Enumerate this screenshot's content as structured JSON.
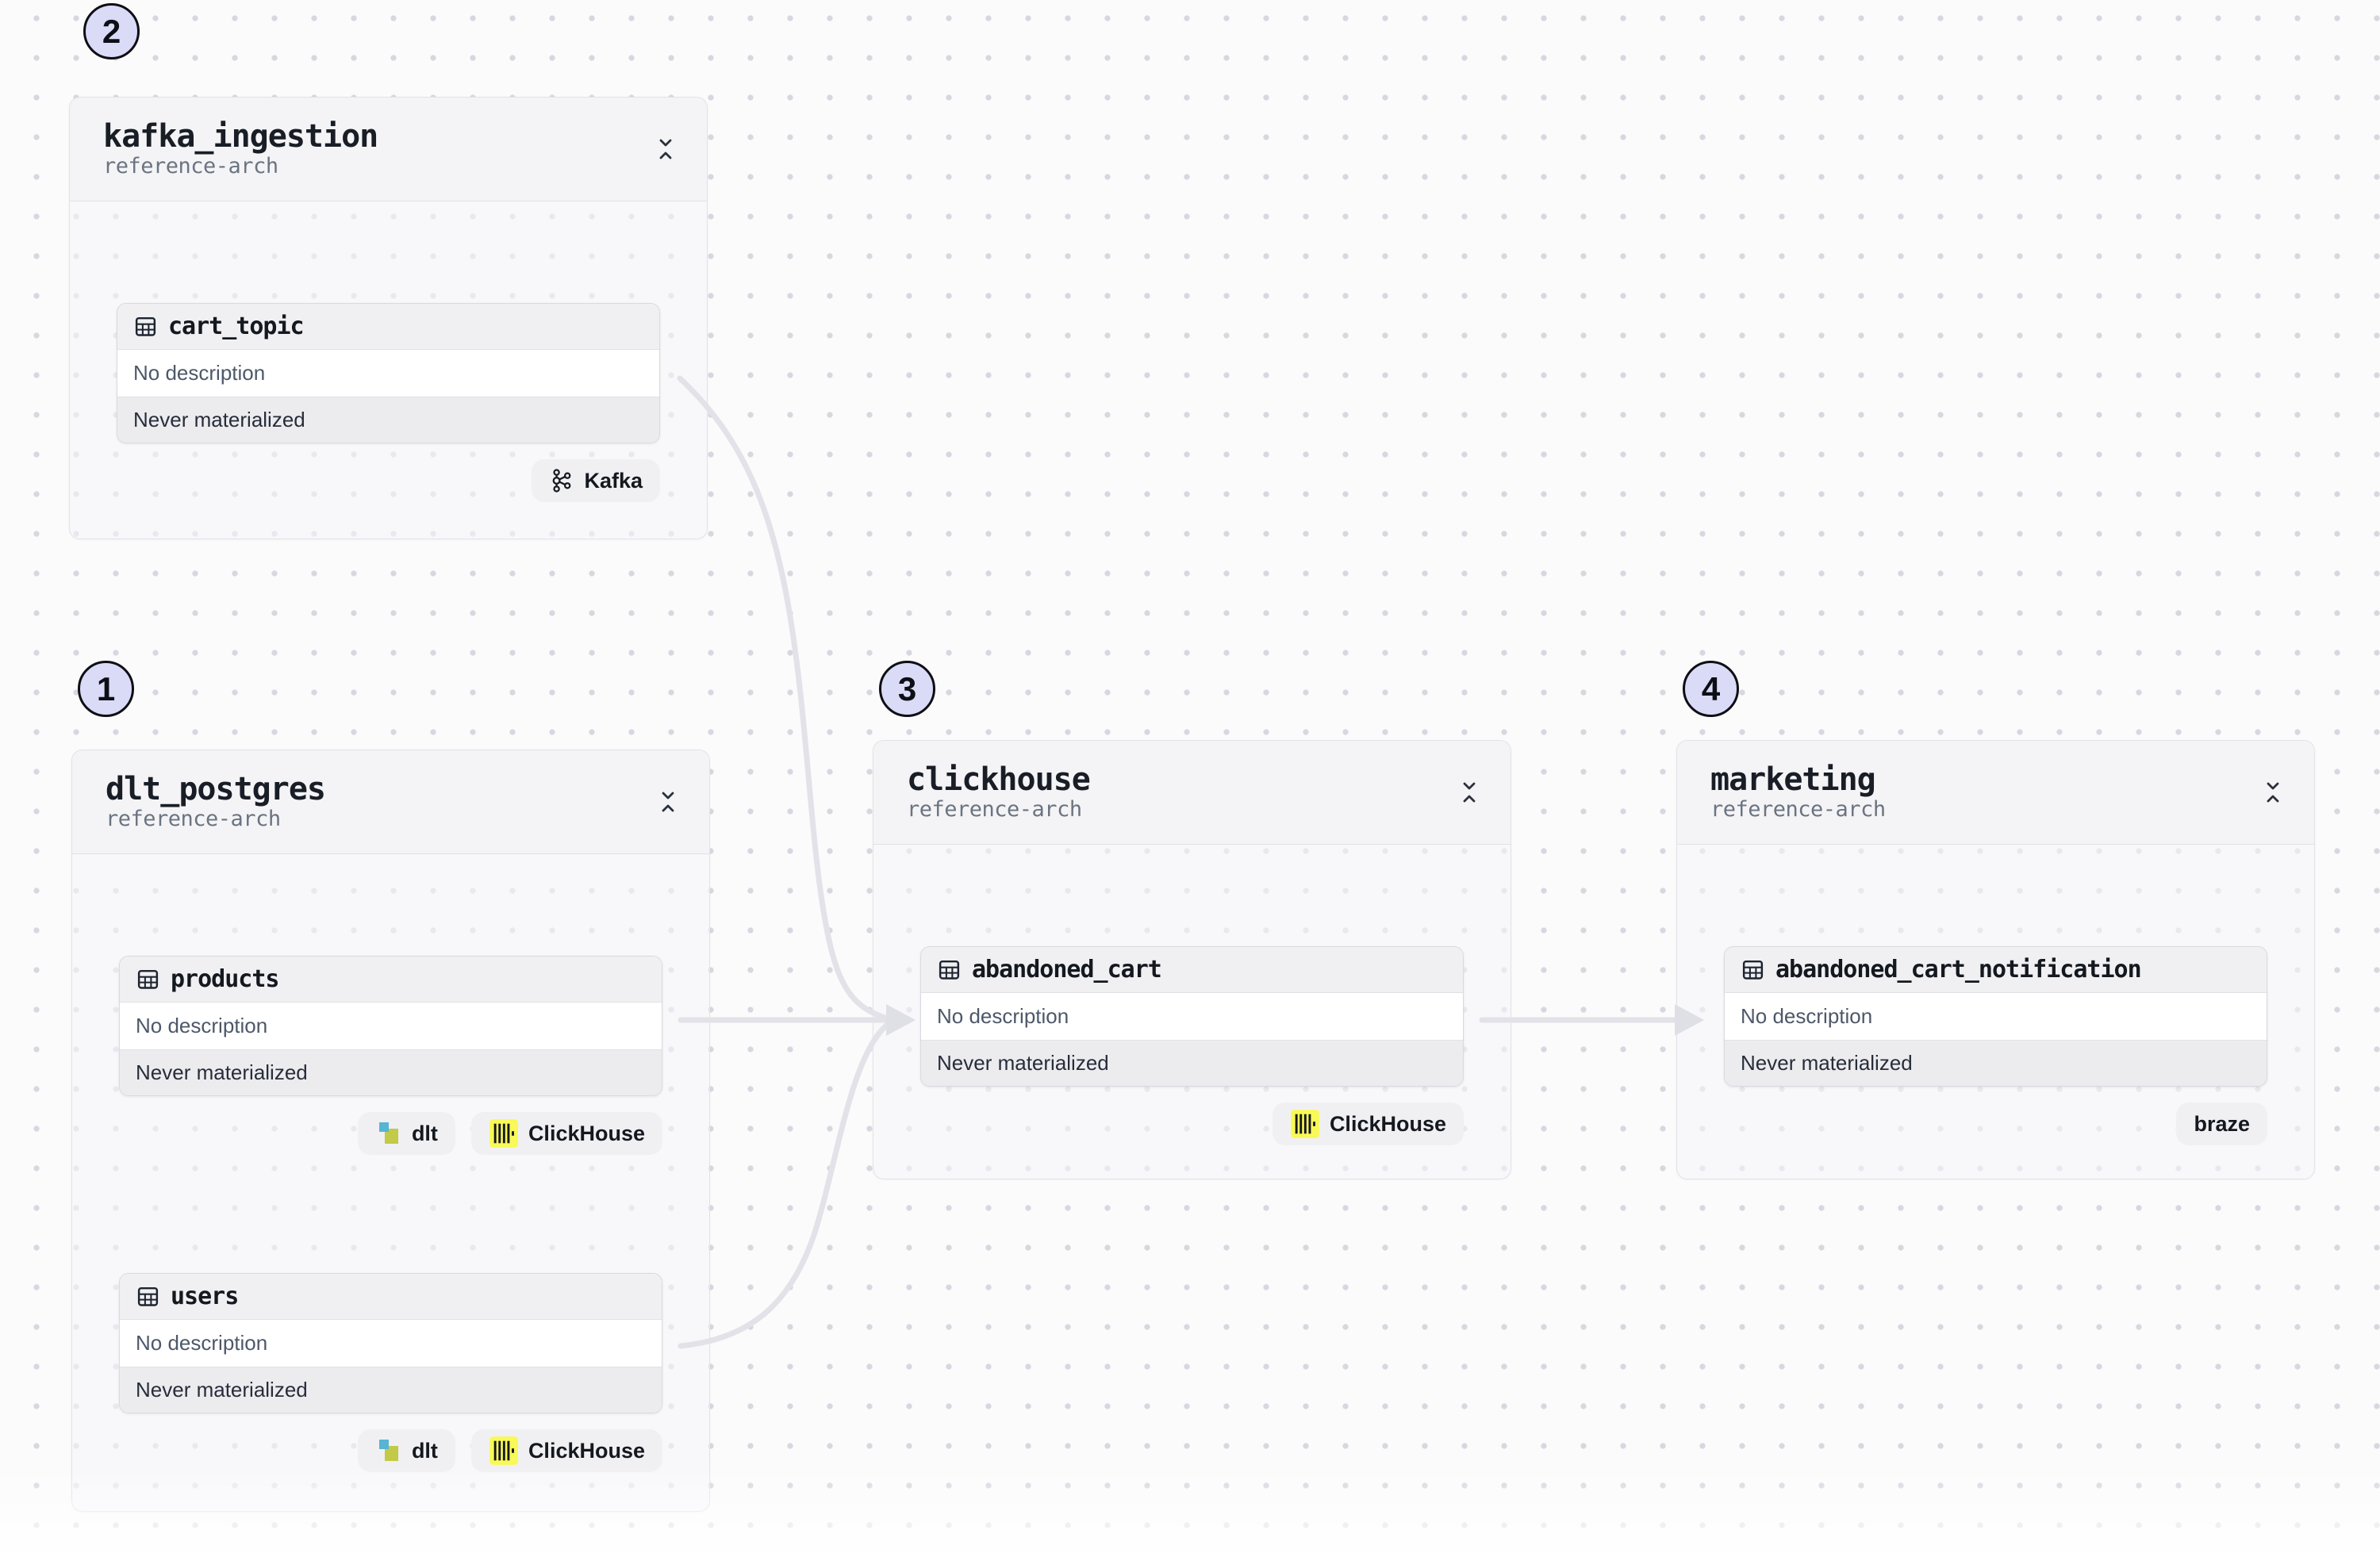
{
  "diagram": {
    "groups": [
      {
        "number": "1",
        "title": "dlt_postgres",
        "subtitle": "reference-arch",
        "collapse_icon": "collapse-vertical-icon",
        "assets": [
          {
            "name": "products",
            "description": "No description",
            "status": "Never materialized",
            "icon": "table-icon",
            "tags": [
              {
                "label": "dlt",
                "icon": "dlt-icon"
              },
              {
                "label": "ClickHouse",
                "icon": "clickhouse-icon"
              }
            ]
          },
          {
            "name": "users",
            "description": "No description",
            "status": "Never materialized",
            "icon": "table-icon",
            "tags": [
              {
                "label": "dlt",
                "icon": "dlt-icon"
              },
              {
                "label": "ClickHouse",
                "icon": "clickhouse-icon"
              }
            ]
          }
        ]
      },
      {
        "number": "2",
        "title": "kafka_ingestion",
        "subtitle": "reference-arch",
        "collapse_icon": "collapse-vertical-icon",
        "assets": [
          {
            "name": "cart_topic",
            "description": "No description",
            "status": "Never materialized",
            "icon": "table-icon",
            "tags": [
              {
                "label": "Kafka",
                "icon": "kafka-icon"
              }
            ]
          }
        ]
      },
      {
        "number": "3",
        "title": "clickhouse",
        "subtitle": "reference-arch",
        "collapse_icon": "collapse-vertical-icon",
        "assets": [
          {
            "name": "abandoned_cart",
            "description": "No description",
            "status": "Never materialized",
            "icon": "table-icon",
            "tags": [
              {
                "label": "ClickHouse",
                "icon": "clickhouse-icon"
              }
            ]
          }
        ]
      },
      {
        "number": "4",
        "title": "marketing",
        "subtitle": "reference-arch",
        "collapse_icon": "collapse-vertical-icon",
        "assets": [
          {
            "name": "abandoned_cart_notification",
            "description": "No description",
            "status": "Never materialized",
            "icon": "table-icon",
            "tags": [
              {
                "label": "braze",
                "icon": "none"
              }
            ]
          }
        ]
      }
    ],
    "edges": [
      {
        "from": "cart_topic",
        "to": "abandoned_cart"
      },
      {
        "from": "products",
        "to": "abandoned_cart"
      },
      {
        "from": "users",
        "to": "abandoned_cart"
      },
      {
        "from": "abandoned_cart",
        "to": "abandoned_cart_notification"
      }
    ],
    "colors": {
      "edge": "#e2e2e8",
      "arrowhead": "#dfdfe6",
      "number_badge_bg": "#dadbf7",
      "number_badge_border": "#0e0e14",
      "clickhouse_yellow": "#f9f957",
      "dlt_blue": "#57b4d3",
      "dlt_olive": "#c2ca47",
      "kafka_black": "#15181e",
      "group_header_bg": "#f4f4f6",
      "card_header_bg": "#f0f0f3",
      "card_status_bg": "#ececef"
    }
  }
}
